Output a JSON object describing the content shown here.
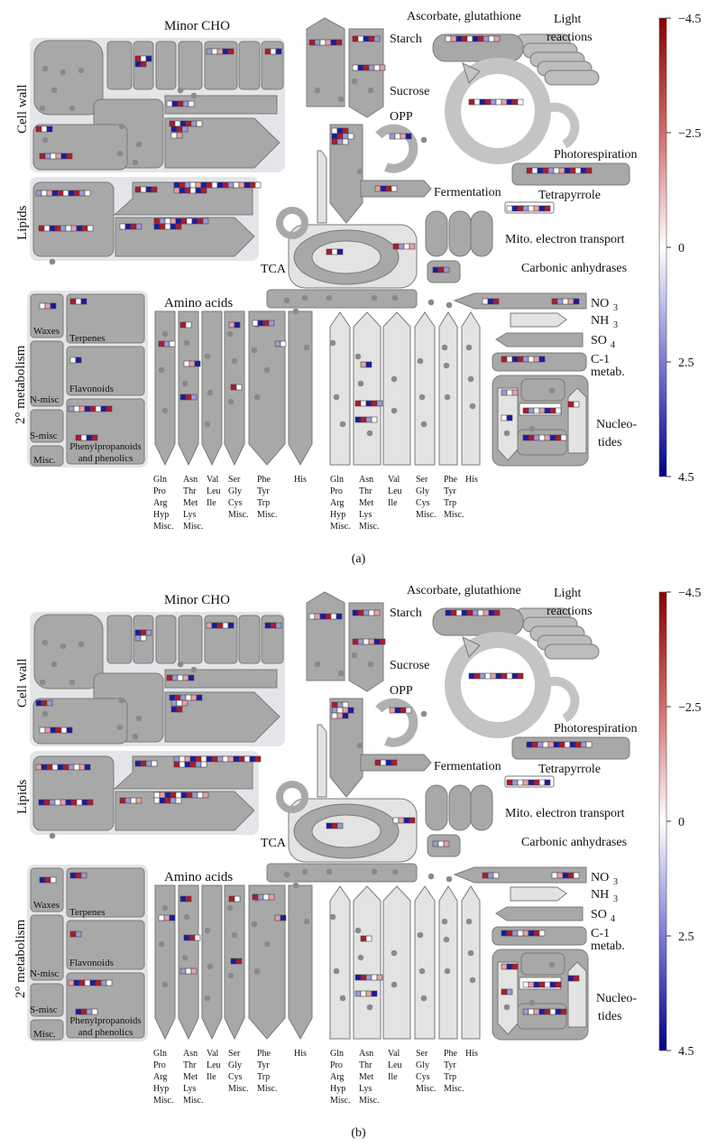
{
  "panels": [
    {
      "caption": "(a)",
      "scale": {
        "ticks": [
          "−4.5",
          "−2.5",
          "0",
          "2.5",
          "4.5"
        ]
      }
    },
    {
      "caption": "(b)",
      "scale": {
        "ticks": [
          "−4.5",
          "−2.5",
          "0",
          "2.5",
          "4.5"
        ]
      }
    }
  ],
  "labels": {
    "minor_cho": "Minor CHO",
    "cell_wall": "Cell wall",
    "lipids": "Lipids",
    "starch": "Starch",
    "sucrose": "Sucrose",
    "opp": "OPP",
    "ascorbate": "Ascorbate, glutathione",
    "light_1": "Light",
    "light_2": "reactions",
    "photorespiration": "Photorespiration",
    "fermentation": "Fermentation",
    "tetrapyrrole": "Tetrapyrrole",
    "mito": "Mito. electron transport",
    "tca": "TCA",
    "carbonic": "Carbonic anhydrases",
    "amino_acids": "Amino acids",
    "secondary": "2° metabolism",
    "waxes": "Waxes",
    "terpenes": "Terpenes",
    "flavonoids": "Flavonoids",
    "n_misc": "N-misc",
    "s_misc": "S-misc",
    "misc": "Misc.",
    "phenyl_1": "Phenylpropanoids",
    "phenyl_2": "and phenolics",
    "no3": "NO",
    "no3_sub": "3",
    "nh3": "NH",
    "nh3_sub": "3",
    "so4": "SO",
    "so4_sub": "4",
    "c1_1": "C-1",
    "c1_2": "metab.",
    "nucleo_1": "Nucleo-",
    "nucleo_2": "tides"
  },
  "amino_groups": [
    [
      "Gln",
      "Pro",
      "Arg",
      "Hyp",
      "Misc."
    ],
    [
      "Asn",
      "Thr",
      "Met",
      "Lys",
      "Misc."
    ],
    [
      "Val",
      "Leu",
      "Ile"
    ],
    [
      "Ser",
      "Gly",
      "Cys",
      "Misc."
    ],
    [
      "Phe",
      "Tyr",
      "Trp",
      "Misc."
    ],
    [
      "His"
    ]
  ],
  "colors": {
    "up": "#b2182b",
    "up_light": "#e8a0a6",
    "down": "#1a1aa6",
    "down_light": "#9a9ad8",
    "neutral": "#ffffff",
    "shape": "#a8a8a8",
    "shape_light": "#e3e3e3",
    "bg_group": "#e4e5e9"
  }
}
